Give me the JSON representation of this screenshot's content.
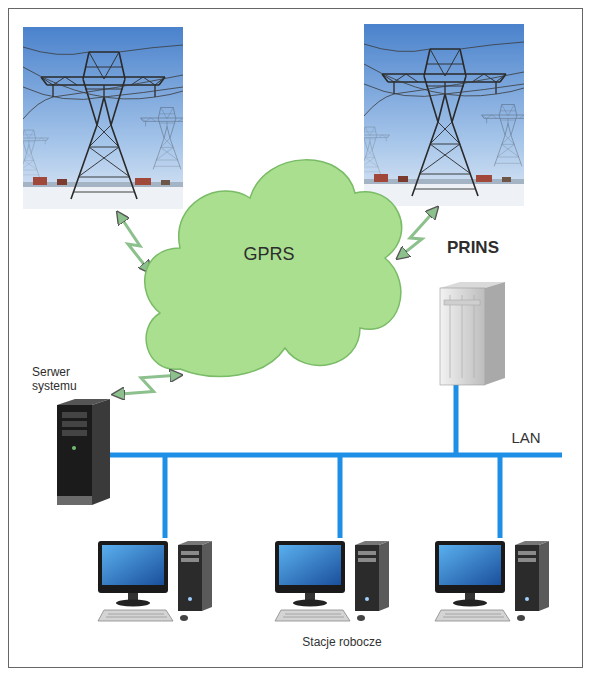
{
  "diagram": {
    "nodes": [
      {
        "text": [
          "GPRS"
        ]
      },
      {
        "text": [
          "PRINS"
        ]
      },
      {
        "text": [
          "Serwer systemu"
        ]
      }
    ],
    "edges": [
      {
        "from": 2,
        "to": 0,
        "arrow": "both"
      }
    ],
    "labels": [
      "LAN",
      "Stacje robocze"
    ]
  }
}
